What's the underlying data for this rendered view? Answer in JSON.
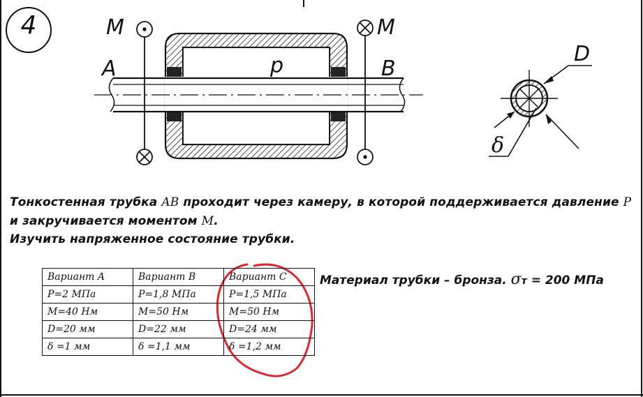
{
  "problem_number": "4",
  "labels": {
    "moment_left": "M",
    "moment_right": "M",
    "end_a": "A",
    "end_b": "B",
    "pressure": "p",
    "diameter": "D",
    "thickness": "δ"
  },
  "description": {
    "line1_before": "Тонкостенная трубка ",
    "line1_var": "AB",
    "line1_middle": " проходит через камеру, в которой поддерживается давление ",
    "line1_var2": "P",
    "line2_before": "и закручивается моментом ",
    "line2_var": "M",
    "line2_after": ".",
    "line3": "Изучить напряженное состояние трубки."
  },
  "variants_table": {
    "rows": [
      [
        "Вариант A",
        "Вариант B",
        "Вариант C"
      ],
      [
        "P=2 МПа",
        "P=1,8 МПа",
        "P=1,5 МПа"
      ],
      [
        "M=40 Нм",
        "M=50 Нм",
        "M=50 Нм"
      ],
      [
        "D=20 мм",
        "D=22 мм",
        "D=24 мм"
      ],
      [
        "δ =1 мм",
        "δ =1,1 мм",
        "δ =1,2 мм"
      ]
    ]
  },
  "material": {
    "text": "Материал трубки – бронза.",
    "sigma": "σ",
    "sigma_sub": "т",
    "value": " = 200 МПа"
  },
  "colors": {
    "ink": "#111111",
    "annotation": "#e0262a"
  }
}
